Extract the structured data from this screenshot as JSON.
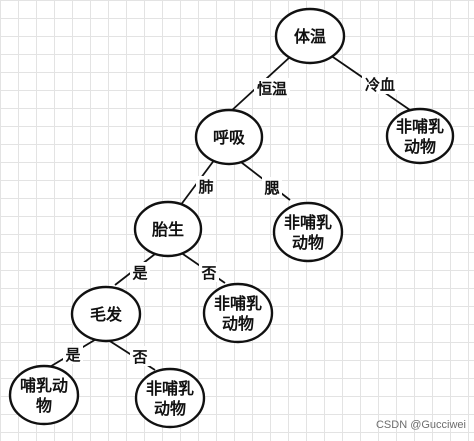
{
  "nodes": {
    "root": "体温",
    "respiration": "呼吸",
    "nonmammal_cold": [
      "非哺乳",
      "动物"
    ],
    "viviparous": "胎生",
    "nonmammal_gills": [
      "非哺乳",
      "动物"
    ],
    "hair": "毛发",
    "nonmammal_not_viviparous": [
      "非哺乳",
      "动物"
    ],
    "mammal": [
      "哺乳动",
      "物"
    ],
    "nonmammal_no_hair": [
      "非哺乳",
      "动物"
    ]
  },
  "edges": {
    "warm_blooded": "恒温",
    "cold_blooded": "冷血",
    "lungs": "肺",
    "gills": "腮",
    "viviparous_yes": "是",
    "viviparous_no": "否",
    "hair_yes": "是",
    "hair_no": "否"
  },
  "watermark": "CSDN @Gucciwei"
}
